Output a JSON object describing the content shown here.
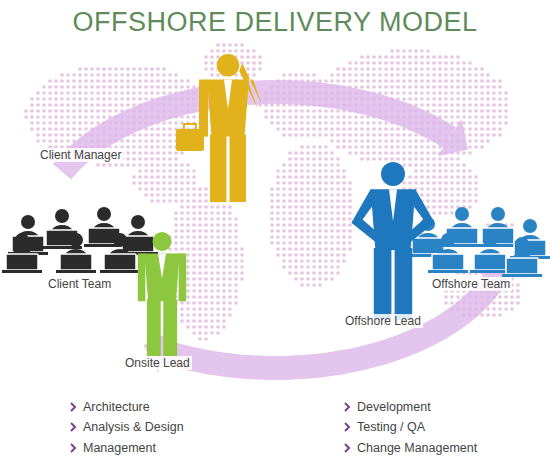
{
  "diagram": {
    "title": "OFFSHORE DELIVERY MODEL",
    "labels": [
      "Client Manager",
      "Client Team",
      "Onsite Lead",
      "Offshore Lead",
      "Offshore Team",
      "Architecture",
      "Analysis & Design",
      "Management",
      "Development",
      "Testing / QA",
      "Change Management"
    ]
  }
}
